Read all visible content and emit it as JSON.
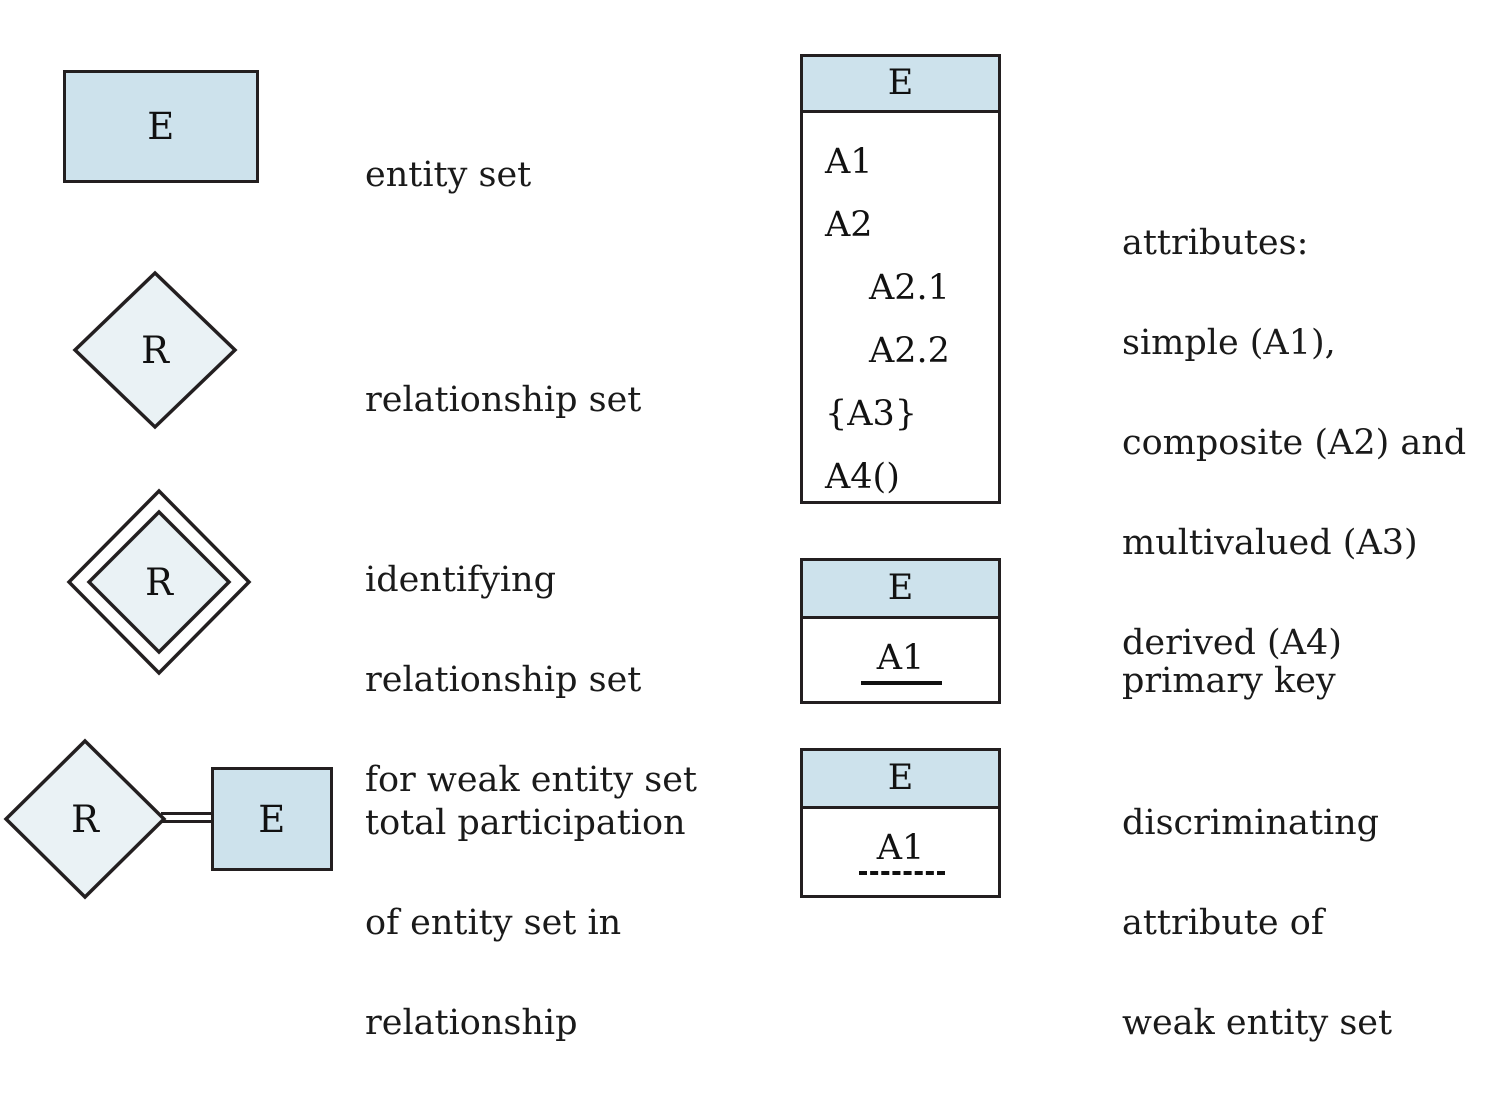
{
  "legend": {
    "title_hidden": "",
    "colors": {
      "entity_fill": "#cde2ec",
      "relationship_fill": "#eaf2f5",
      "stroke": "#231f20",
      "text": "#1a1a1a",
      "background": "#ffffff"
    },
    "left_column": [
      {
        "shape": "rectangle",
        "symbol": "E",
        "label_lines": [
          "entity set"
        ]
      },
      {
        "shape": "diamond",
        "symbol": "R",
        "label_lines": [
          "relationship set"
        ]
      },
      {
        "shape": "double-diamond",
        "symbol": "R",
        "label_lines": [
          "identifying",
          "relationship set",
          "for weak entity set"
        ]
      },
      {
        "shape": "diamond-double-line-rectangle",
        "symbol_left": "R",
        "symbol_right": "E",
        "label_lines": [
          "total participation",
          "of entity set in",
          "relationship"
        ]
      }
    ],
    "right_column": [
      {
        "shape": "attribute-box",
        "header": "E",
        "rows": [
          {
            "text": "A1",
            "indent": false
          },
          {
            "text": "A2",
            "indent": false
          },
          {
            "text": "A2.1",
            "indent": true
          },
          {
            "text": "A2.2",
            "indent": true
          },
          {
            "text": "{A3}",
            "indent": false
          },
          {
            "text": "A4()",
            "indent": false
          }
        ],
        "label_lines": [
          "attributes:",
          "simple (A1),",
          "composite (A2) and",
          "multivalued (A3)",
          "derived (A4)"
        ]
      },
      {
        "shape": "attribute-box-primary-key",
        "header": "E",
        "key_attribute": "A1",
        "underline_style": "solid",
        "label_lines": [
          "primary key"
        ]
      },
      {
        "shape": "attribute-box-discriminator",
        "header": "E",
        "key_attribute": "A1",
        "underline_style": "dashed",
        "label_lines": [
          "discriminating",
          "attribute of",
          "weak entity set"
        ]
      }
    ]
  }
}
